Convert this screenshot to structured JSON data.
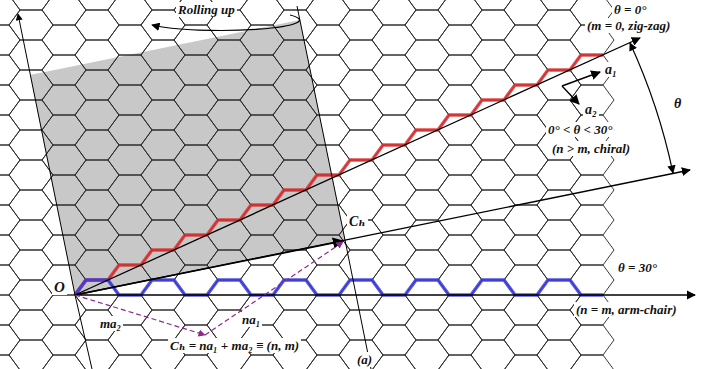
{
  "diagram": {
    "labels": [
      "Rolling up",
      "θ = 0°",
      "(m = 0, zig-zag)",
      "a₁",
      "a₂",
      "θ",
      "0° < θ < 30°",
      "(n > m, chiral)",
      "Cₕ",
      "θ = 30°",
      "O",
      "(n = m, arm-chair)",
      "ma₂",
      "na₁",
      "Cₕ = na₁ + ma₂ ≡ (n, m)",
      "(a)"
    ]
  }
}
